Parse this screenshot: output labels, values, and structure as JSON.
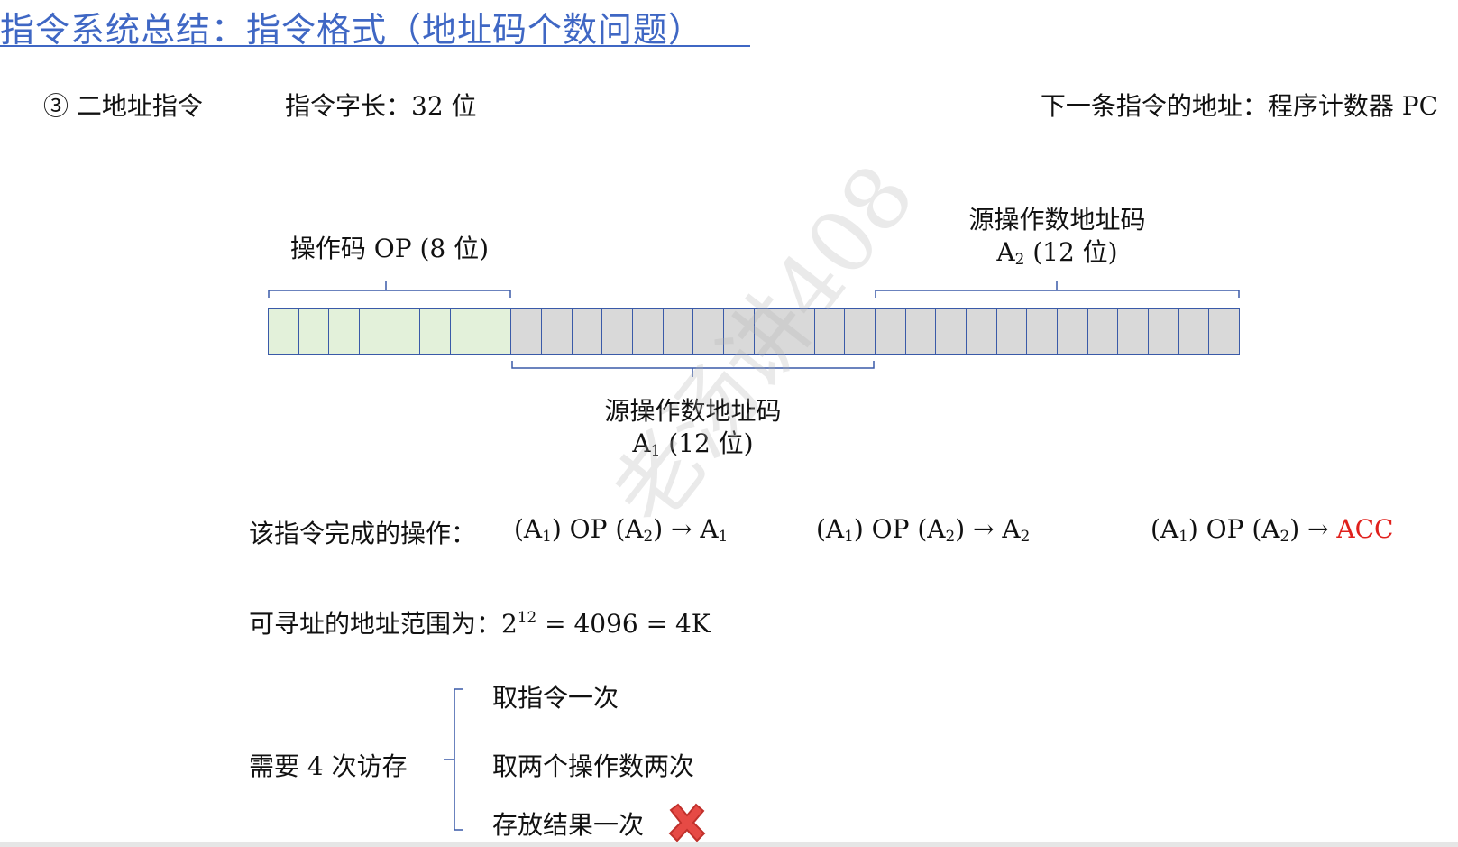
{
  "title": "指令系统总结：指令格式（地址码个数问题）",
  "header": {
    "item": "③ 二地址指令",
    "word_length_label": "指令字长：",
    "word_length_value": "32 位",
    "next_addr_label": "下一条指令的地址：",
    "next_addr_value": "程序计数器 PC"
  },
  "format": {
    "op_label": "操作码 OP (8 位)",
    "src1_label": "源操作数地址码",
    "src1_sub_pre": "A",
    "src1_sub": "1",
    "src1_sub_post": " (12 位)",
    "src2_label": "源操作数地址码",
    "src2_sub_pre": "A",
    "src2_sub": "2",
    "src2_sub_post": " (12 位)",
    "op_bits": 8,
    "a1_bits": 12,
    "a2_bits": 12
  },
  "operations": {
    "label": "该指令完成的操作：",
    "op1_prefix": "(A",
    "op1_mid": ") OP (A",
    "op1_suffix": ") → A",
    "op2_prefix": "(A",
    "op2_mid": ") OP (A",
    "op2_suffix": ") → A",
    "op3_prefix": "(A",
    "op3_mid": ") OP (A",
    "op3_suffix": ") → ",
    "op3_target": "ACC",
    "sub1": "1",
    "sub2": "2"
  },
  "range": {
    "label": "可寻址的地址范围为：",
    "base": "2",
    "exp": "12",
    "rest": " = 4096 = 4K"
  },
  "memory_access": {
    "label": "需要 4 次访存",
    "items": [
      "取指令一次",
      "取两个操作数两次",
      "存放结果一次"
    ]
  },
  "watermark": "老汤讲408",
  "colors": {
    "title": "#3f67c4",
    "op_cells": "#e3f1da",
    "addr_cells": "#d9d9d9",
    "accent_red": "#e0201c"
  }
}
